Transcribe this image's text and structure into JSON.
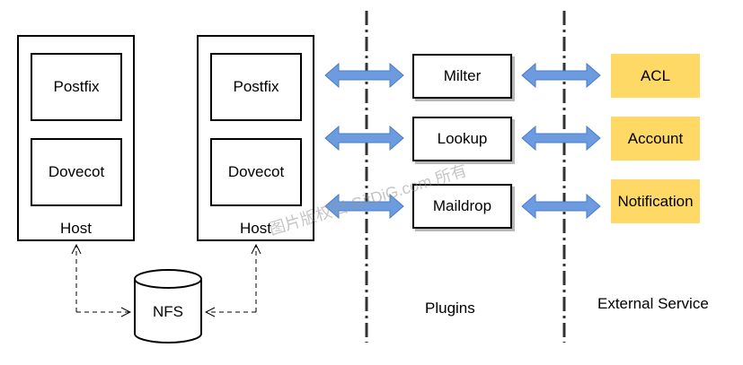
{
  "hosts": [
    {
      "components": [
        "Postfix",
        "Dovecot"
      ],
      "label": "Host"
    },
    {
      "components": [
        "Postfix",
        "Dovecot"
      ],
      "label": "Host"
    }
  ],
  "storage": {
    "label": "NFS"
  },
  "plugins": {
    "items": [
      "Milter",
      "Lookup",
      "Maildrop"
    ],
    "caption": "Plugins"
  },
  "external": {
    "items": [
      "ACL",
      "Account",
      "Notification"
    ],
    "caption": "External Service"
  },
  "watermark": "图片版权归 GitDiG.com 所有",
  "colors": {
    "arrow": "#6c9bdf",
    "external_fill": "#ffd966",
    "border": "#000000"
  }
}
